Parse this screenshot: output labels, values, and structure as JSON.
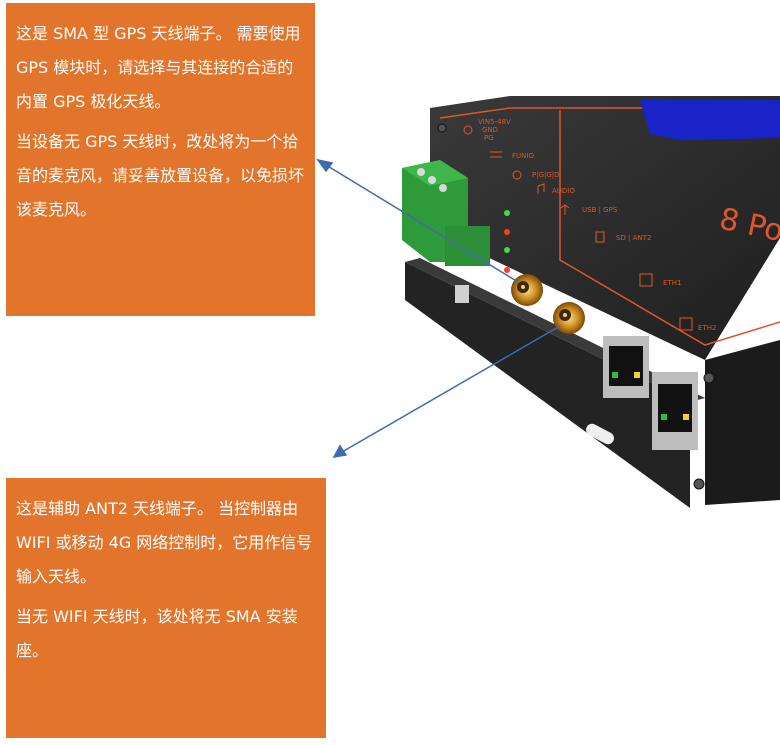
{
  "callouts": {
    "top": {
      "para1": "这是 SMA 型 GPS 天线端子。 需要使用 GPS 模块时，请选择与其连接的合适的内置 GPS 极化天线。",
      "para2": "当设备无 GPS 天线时，改处将为一个拾音的麦克风，请妥善放置设备，以免损坏该麦克风。"
    },
    "bottom": {
      "para1": "这是辅助 ANT2 天线端子。 当控制器由 WIFI 或移动 4G 网络控制时，它用作信号输入天线。",
      "para2": "当无 WIFI 天线时，该处将无 SMA 安装座。"
    }
  },
  "device": {
    "power_label_1": "VIN5-48V",
    "power_label_2": "GND",
    "power_label_3": "PG",
    "funio_label": "FUNIO",
    "pgid_label": "P|G|G|D",
    "audio_label": "AUDIO",
    "usb_gps_label": "USB | GPS",
    "sd_ant2_label": "SD | ANT2",
    "eth1_label": "ETH1",
    "eth2_label": "ETH2",
    "brand_partial": "8 Po"
  },
  "colors": {
    "callout_bg": "#e2742b",
    "device_body": "#2a2a2a",
    "accent_orange": "#e0562a",
    "terminal_green": "#2e9a3a",
    "screen_blue": "#1a23c8",
    "arrow_blue": "#3e6cb0"
  },
  "icons": [
    "power-icon",
    "funio-icon",
    "pgid-icon",
    "audio-icon",
    "usb-icon",
    "sd-card-icon",
    "eth1-icon",
    "eth2-icon"
  ]
}
